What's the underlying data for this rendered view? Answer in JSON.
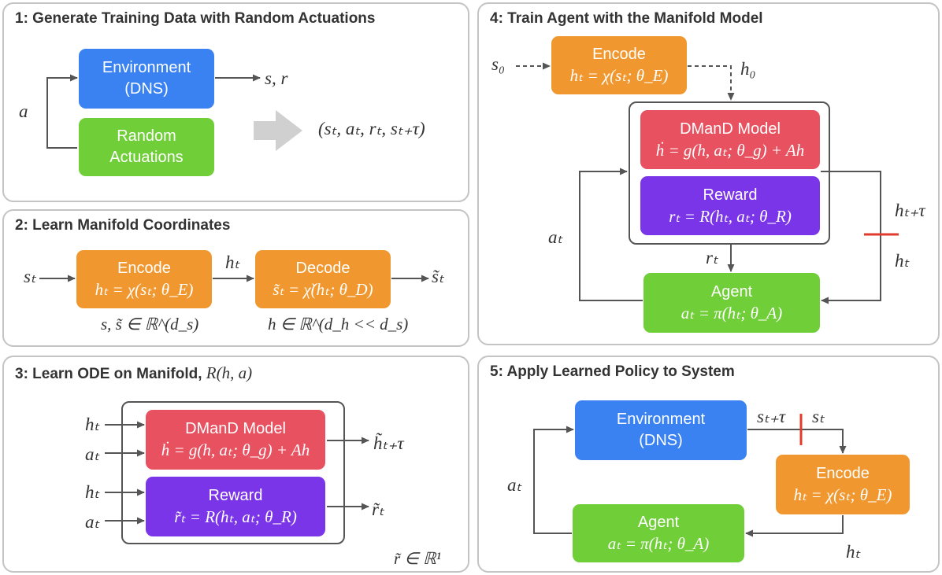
{
  "panel1": {
    "title": "1: Generate Training Data with Random Actuations",
    "env_label": "Environment\n(DNS)",
    "random_label": "Random\nActuations",
    "a": "a",
    "sr": "s, r",
    "tuple": "(sₜ, aₜ, rₜ, sₜ₊τ)"
  },
  "panel2": {
    "title": "2: Learn Manifold Coordinates",
    "encode_label": "Encode",
    "encode_eq": "hₜ = χ(sₜ; θ_E)",
    "decode_label": "Decode",
    "decode_eq": "s̃ₜ = χ̌(hₜ; θ_D)",
    "st": "sₜ",
    "ht": "hₜ",
    "st_tilde": "s̃ₜ",
    "s_space": "s, s̃ ∈ ℝ^(d_s)",
    "h_space": "h ∈ ℝ^(d_h << d_s)"
  },
  "panel3": {
    "title": "3: Learn ODE on Manifold,",
    "title_math": "R(h, a)",
    "dmand_label": "DManD Model",
    "dmand_eq": "ḣ = g(h, aₜ; θ_g) + Ah",
    "reward_label": "Reward",
    "reward_eq": "r̃ₜ = R(hₜ, aₜ; θ_R)",
    "ht_1": "hₜ",
    "at_1": "aₜ",
    "ht_2": "hₜ",
    "at_2": "aₜ",
    "h_out": "h̃ₜ₊τ",
    "r_out": "r̃ₜ",
    "r_space": "r̃ ∈ ℝ¹"
  },
  "panel4": {
    "title": "4: Train Agent with the Manifold Model",
    "encode_label": "Encode",
    "encode_eq": "hₜ = χ(sₜ; θ_E)",
    "dmand_label": "DManD Model",
    "dmand_eq": "ḣ = g(h, aₜ; θ_g) + Ah",
    "reward_label": "Reward",
    "reward_eq": "rₜ = R(hₜ, aₜ; θ_R)",
    "agent_label": "Agent",
    "agent_eq": "aₜ = π(hₜ; θ_A)",
    "s0": "s₀",
    "h0": "h₀",
    "at": "aₜ",
    "rt": "rₜ",
    "ht_tau": "hₜ₊τ",
    "ht": "hₜ"
  },
  "panel5": {
    "title": "5: Apply Learned Policy to System",
    "env_label": "Environment\n(DNS)",
    "encode_label": "Encode",
    "encode_eq": "hₜ = χ(sₜ; θ_E)",
    "agent_label": "Agent",
    "agent_eq": "aₜ = π(hₜ; θ_A)",
    "s_tau": "sₜ₊τ",
    "st": "sₜ",
    "at": "aₜ",
    "ht": "hₜ"
  },
  "colors": {
    "environment": "#3a82f2",
    "random_actuations": "#70cf38",
    "agent": "#70cf38",
    "encode": "#f0982f",
    "decode": "#f0982f",
    "dmand": "#e8515f",
    "reward": "#7b35e8",
    "cut_marker": "#e23b2e",
    "arrow": "#555555",
    "big_arrow": "#d0d0d0"
  }
}
